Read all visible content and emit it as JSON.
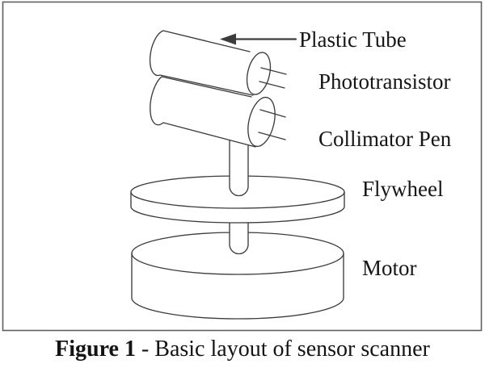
{
  "diagram": {
    "labels": {
      "plastic_tube": "Plastic Tube",
      "phototransistor": "Phototransistor",
      "collimator_pen": "Collimator Pen",
      "flywheel": "Flywheel",
      "motor": "Motor"
    },
    "colors": {
      "line": "#3c3c3c",
      "text": "#161616",
      "border": "#5f5f5f",
      "background": "#ffffff"
    }
  },
  "caption": {
    "label": "Figure 1",
    "rest": " - Basic layout of sensor scanner"
  }
}
